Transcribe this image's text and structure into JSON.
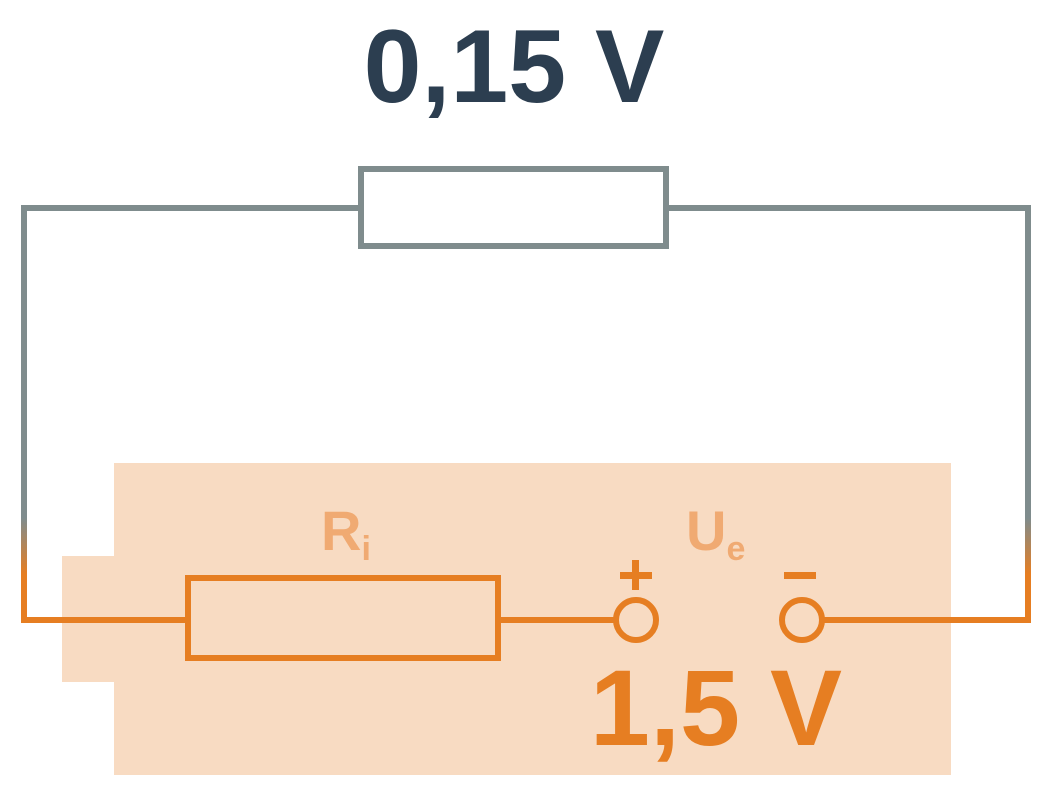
{
  "diagram": {
    "load_voltage": "0,15 V",
    "source_voltage": "1,5 V",
    "internal_resistance": {
      "symbol": "R",
      "subscript": "i"
    },
    "emf": {
      "symbol": "U",
      "subscript": "e"
    },
    "terminal_plus": "+",
    "terminal_minus": "−"
  },
  "colors": {
    "external_wire": "#7f8c8d",
    "source_wire": "#e67e22",
    "battery_fill": "#f8dbc2",
    "load_voltage_text": "#2c3e50",
    "source_voltage_text": "#e67e22",
    "source_labels": "#f0aa72"
  }
}
